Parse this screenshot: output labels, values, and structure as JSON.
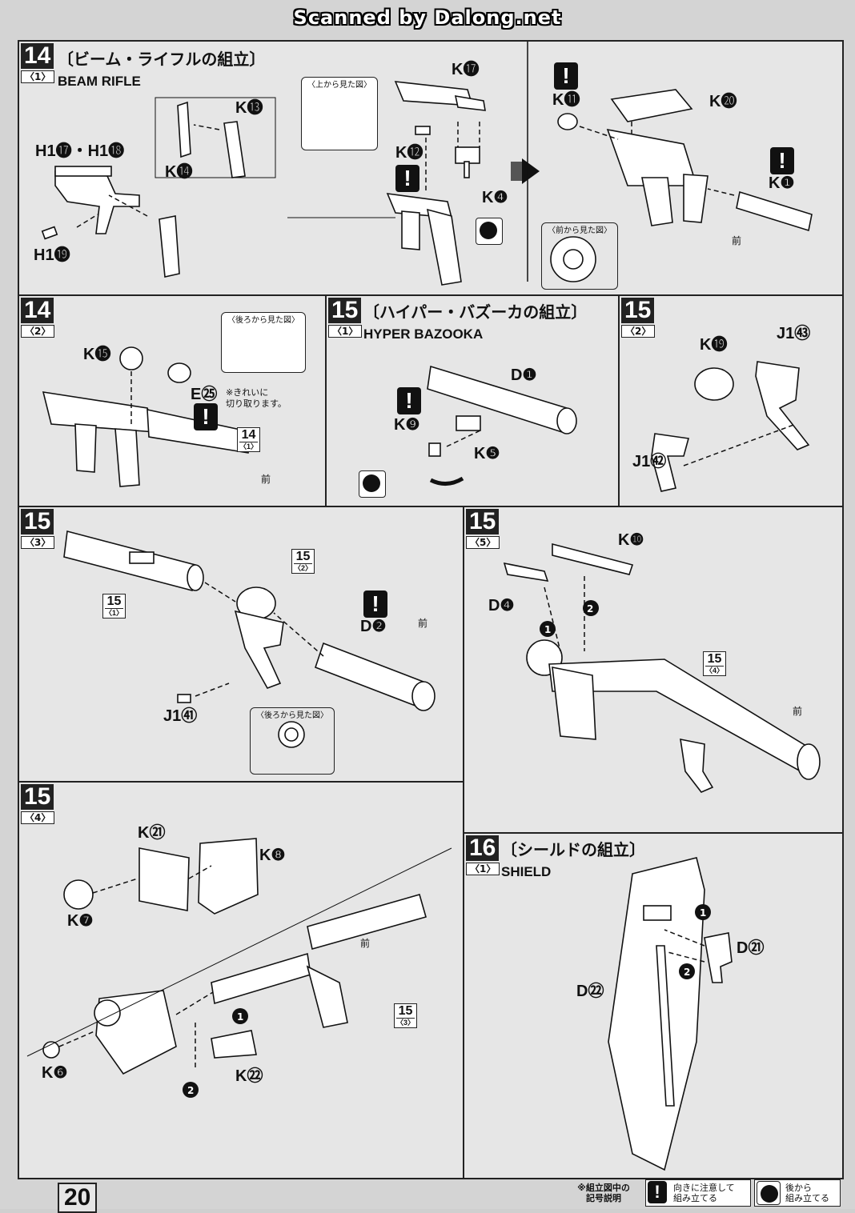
{
  "scan_banner": "Scanned by Dalong.net",
  "page_number": "20",
  "colors": {
    "ink": "#111111",
    "paper": "#e6e6e6"
  },
  "icons": [
    "caution-icon",
    "back-assemble-icon",
    "arrow-icon"
  ],
  "steps": {
    "s14_1": {
      "step": "14",
      "sub": "〈1〉",
      "title_jp": "〔ビーム・ライフルの組立〕",
      "title_en": "BEAM RIFLE",
      "labels": [
        "K⓭",
        "K⓮",
        "H1⓱・H1⓲",
        "H1⓳",
        "K⓱",
        "K⓬",
        "K❹",
        "K⓫",
        "K⓴",
        "K❶"
      ],
      "view_top": "〈上から見た図〉",
      "view_front": "〈前から見た図〉",
      "front": "前"
    },
    "s14_2": {
      "step": "14",
      "sub": "〈2〉",
      "labels": [
        "K⓯",
        "E㉕"
      ],
      "view_back": "〈後ろから見た図〉",
      "note_line1": "※きれいに",
      "note_line2": "切り取ります。",
      "ref_step": "14",
      "ref_sub": "〈1〉",
      "front": "前"
    },
    "s15_1": {
      "step": "15",
      "sub": "〈1〉",
      "title_jp": "〔ハイパー・バズーカの組立〕",
      "title_en": "HYPER BAZOOKA",
      "labels": [
        "D❶",
        "K❾",
        "K❺"
      ]
    },
    "s15_2": {
      "step": "15",
      "sub": "〈2〉",
      "labels": [
        "K⓳",
        "J1㊸",
        "J1㊷"
      ]
    },
    "s15_3": {
      "step": "15",
      "sub": "〈3〉",
      "labels": [
        "D❷",
        "J1㊶"
      ],
      "ref_a_step": "15",
      "ref_a_sub": "〈1〉",
      "ref_b_step": "15",
      "ref_b_sub": "〈2〉",
      "view_back": "〈後ろから見た図〉",
      "front": "前"
    },
    "s15_5": {
      "step": "15",
      "sub": "〈5〉",
      "labels": [
        "K❿",
        "D❹"
      ],
      "ref_step": "15",
      "ref_sub": "〈4〉",
      "front": "前"
    },
    "s15_4": {
      "step": "15",
      "sub": "〈4〉",
      "labels": [
        "K㉑",
        "K❽",
        "K❼",
        "K❻",
        "K㉒"
      ],
      "ref_step": "15",
      "ref_sub": "〈3〉",
      "front": "前"
    },
    "s16_1": {
      "step": "16",
      "sub": "〈1〉",
      "title_jp": "〔シールドの組立〕",
      "title_en": "SHIELD",
      "labels": [
        "D㉑",
        "D㉒"
      ]
    }
  },
  "legend": {
    "heading_line1": "※組立図中の",
    "heading_line2": "記号説明",
    "caution_line1": "向きに注意して",
    "caution_line2": "組み立てる",
    "back_line1": "後から",
    "back_line2": "組み立てる"
  }
}
